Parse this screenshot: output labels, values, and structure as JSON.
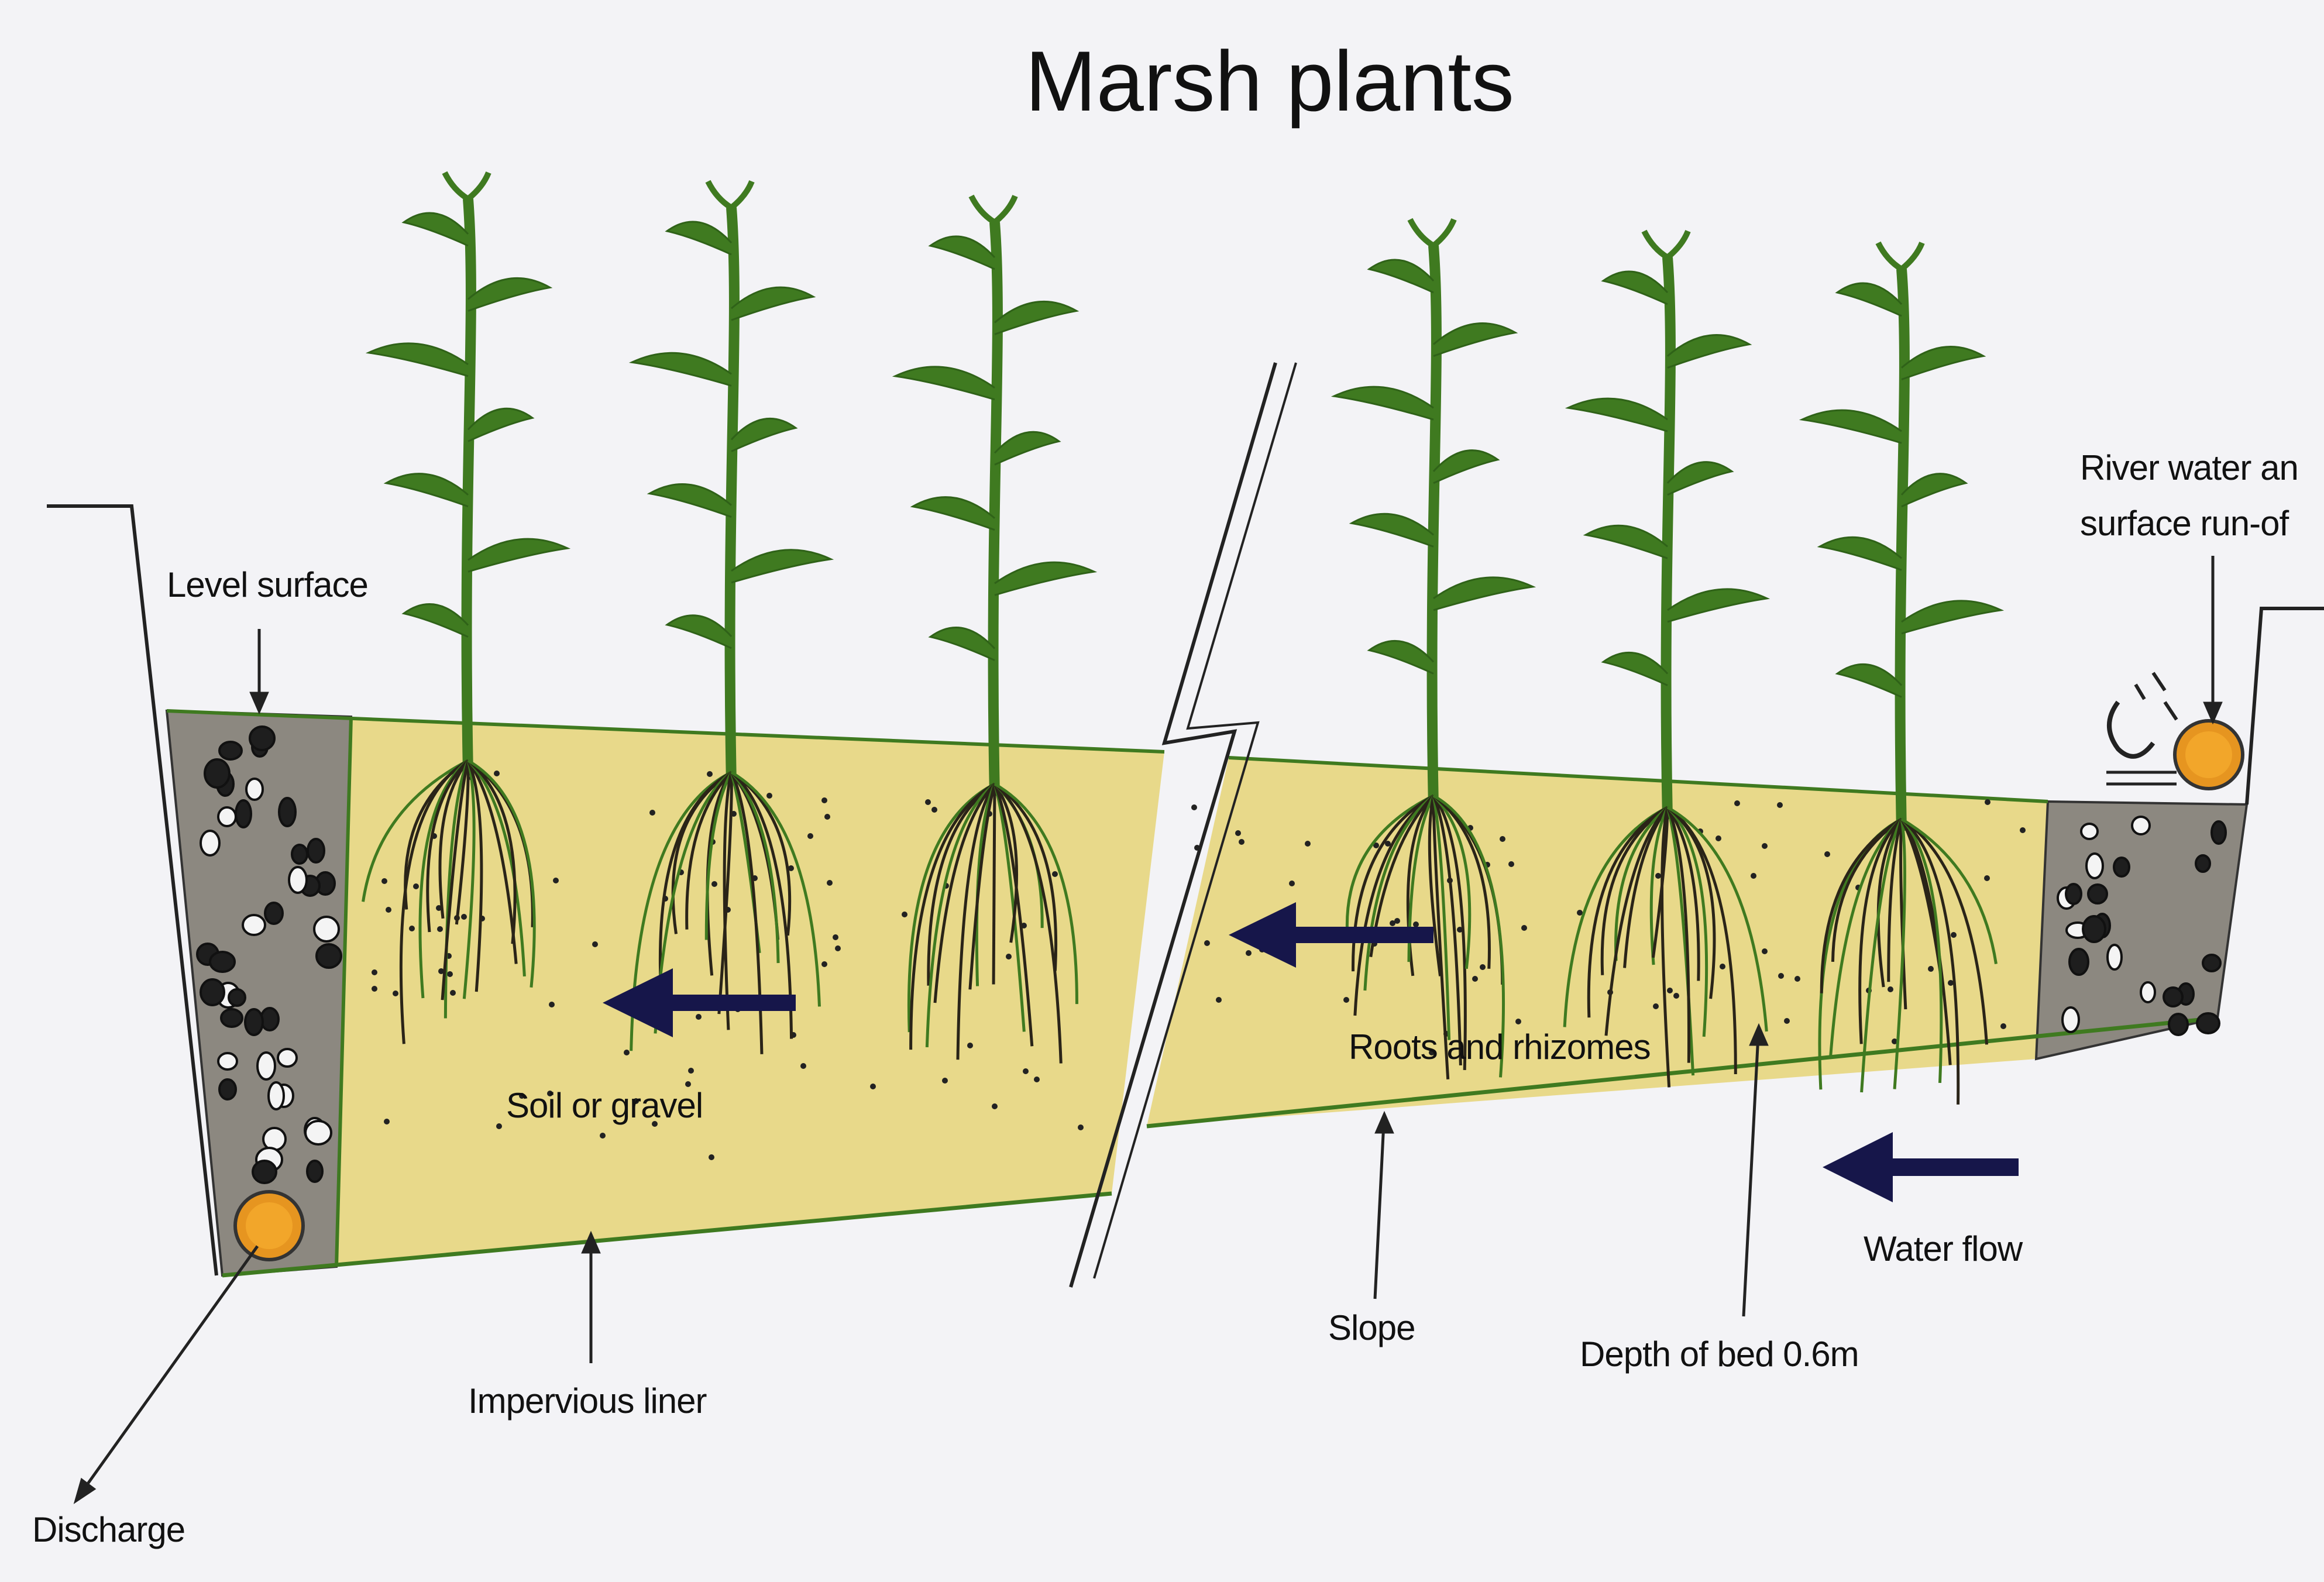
{
  "title": "Marsh plants",
  "labels": {
    "level_surface": "Level surface",
    "soil_or_gravel": "Soil or gravel",
    "roots_and_rhizomes": "Roots and rhizomes",
    "river_water_line1": "River water an",
    "river_water_line2": "surface run-of",
    "slope": "Slope",
    "depth_of_bed": "Depth of bed 0.6m",
    "water_flow": "Water flow",
    "impervious_liner": "Impervious liner",
    "discharge": "Discharge"
  },
  "colors": {
    "background": "#f3f3f6",
    "soil_bed": "#e8d98a",
    "gravel_zone": "#8c8880",
    "plant_green": "#3f7a20",
    "root_dark": "#2a2418",
    "flow_arrow": "#16164a",
    "pipe": "#e69520",
    "leader_line": "#222222"
  },
  "icons": {
    "plants": "reed-plant-icon",
    "flow": "arrow-left-icon",
    "pipes": "pipe-section-icon"
  }
}
